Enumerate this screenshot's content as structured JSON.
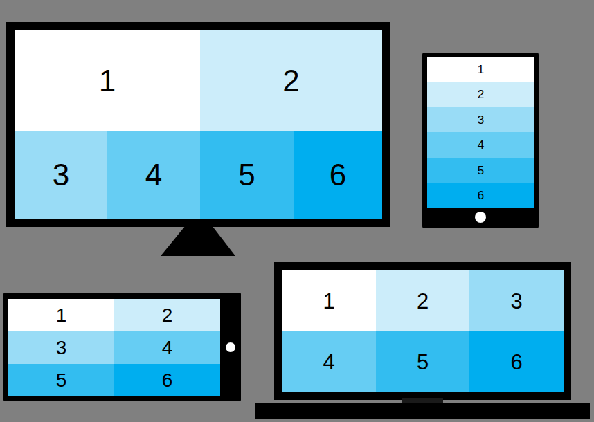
{
  "diagram": {
    "nodes": [
      {
        "text": [
          "1"
        ]
      },
      {
        "text": [
          "2"
        ]
      },
      {
        "text": [
          "3"
        ]
      },
      {
        "text": [
          "4"
        ]
      },
      {
        "text": [
          "5"
        ]
      },
      {
        "text": [
          "6"
        ]
      },
      {
        "text": [
          "1"
        ]
      },
      {
        "text": [
          "2"
        ]
      },
      {
        "text": [
          "3"
        ]
      },
      {
        "text": [
          "4"
        ]
      },
      {
        "text": [
          "5"
        ]
      },
      {
        "text": [
          "6"
        ]
      },
      {
        "text": [
          "1"
        ]
      },
      {
        "text": [
          "2"
        ]
      },
      {
        "text": [
          "3"
        ]
      },
      {
        "text": [
          "4"
        ]
      },
      {
        "text": [
          "5"
        ]
      },
      {
        "text": [
          "6"
        ]
      },
      {
        "text": [
          "1"
        ]
      },
      {
        "text": [
          "2"
        ]
      },
      {
        "text": [
          "3"
        ]
      },
      {
        "text": [
          "4"
        ]
      },
      {
        "text": [
          "5"
        ]
      },
      {
        "text": [
          "6"
        ]
      }
    ]
  }
}
